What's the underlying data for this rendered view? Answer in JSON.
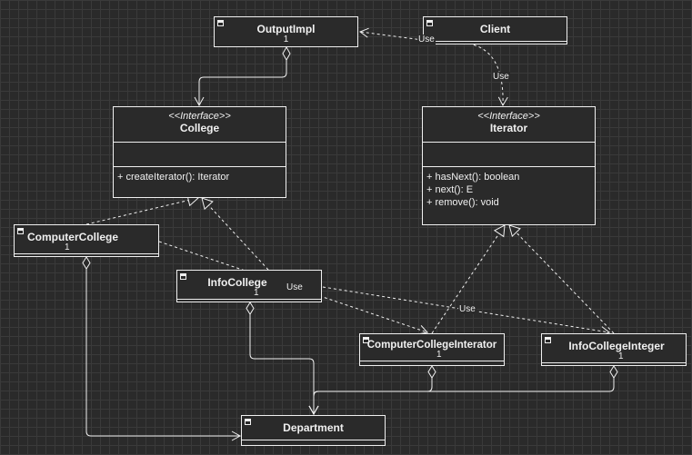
{
  "classes": {
    "output_impl": {
      "name": "OutputImpl",
      "multiplicity": "1"
    },
    "client": {
      "name": "Client"
    },
    "college": {
      "stereotype": "<<Interface>>",
      "name": "College",
      "operations": [
        "+ createIterator(): Iterator"
      ]
    },
    "iterator": {
      "stereotype": "<<Interface>>",
      "name": "Iterator",
      "operations": [
        "+ hasNext(): boolean",
        "+ next(): E",
        "+ remove(): void"
      ]
    },
    "computer_college": {
      "name": "ComputerCollege",
      "multiplicity": "1"
    },
    "info_college": {
      "name": "InfoCollege",
      "multiplicity": "1"
    },
    "computer_college_iterator": {
      "name": "ComputerCollegeInterator",
      "multiplicity": "1"
    },
    "info_college_integer": {
      "name": "InfoCollegeInteger",
      "multiplicity": "1"
    },
    "department": {
      "name": "Department"
    }
  },
  "labels": {
    "client_output": "Use",
    "client_iterator": "Use",
    "info_college_use": "Use",
    "computer_college_use": "Use"
  },
  "colors": {
    "background": "#2a2a2a",
    "grid": "#3a3a3a",
    "stroke": "#f0f0f0"
  }
}
